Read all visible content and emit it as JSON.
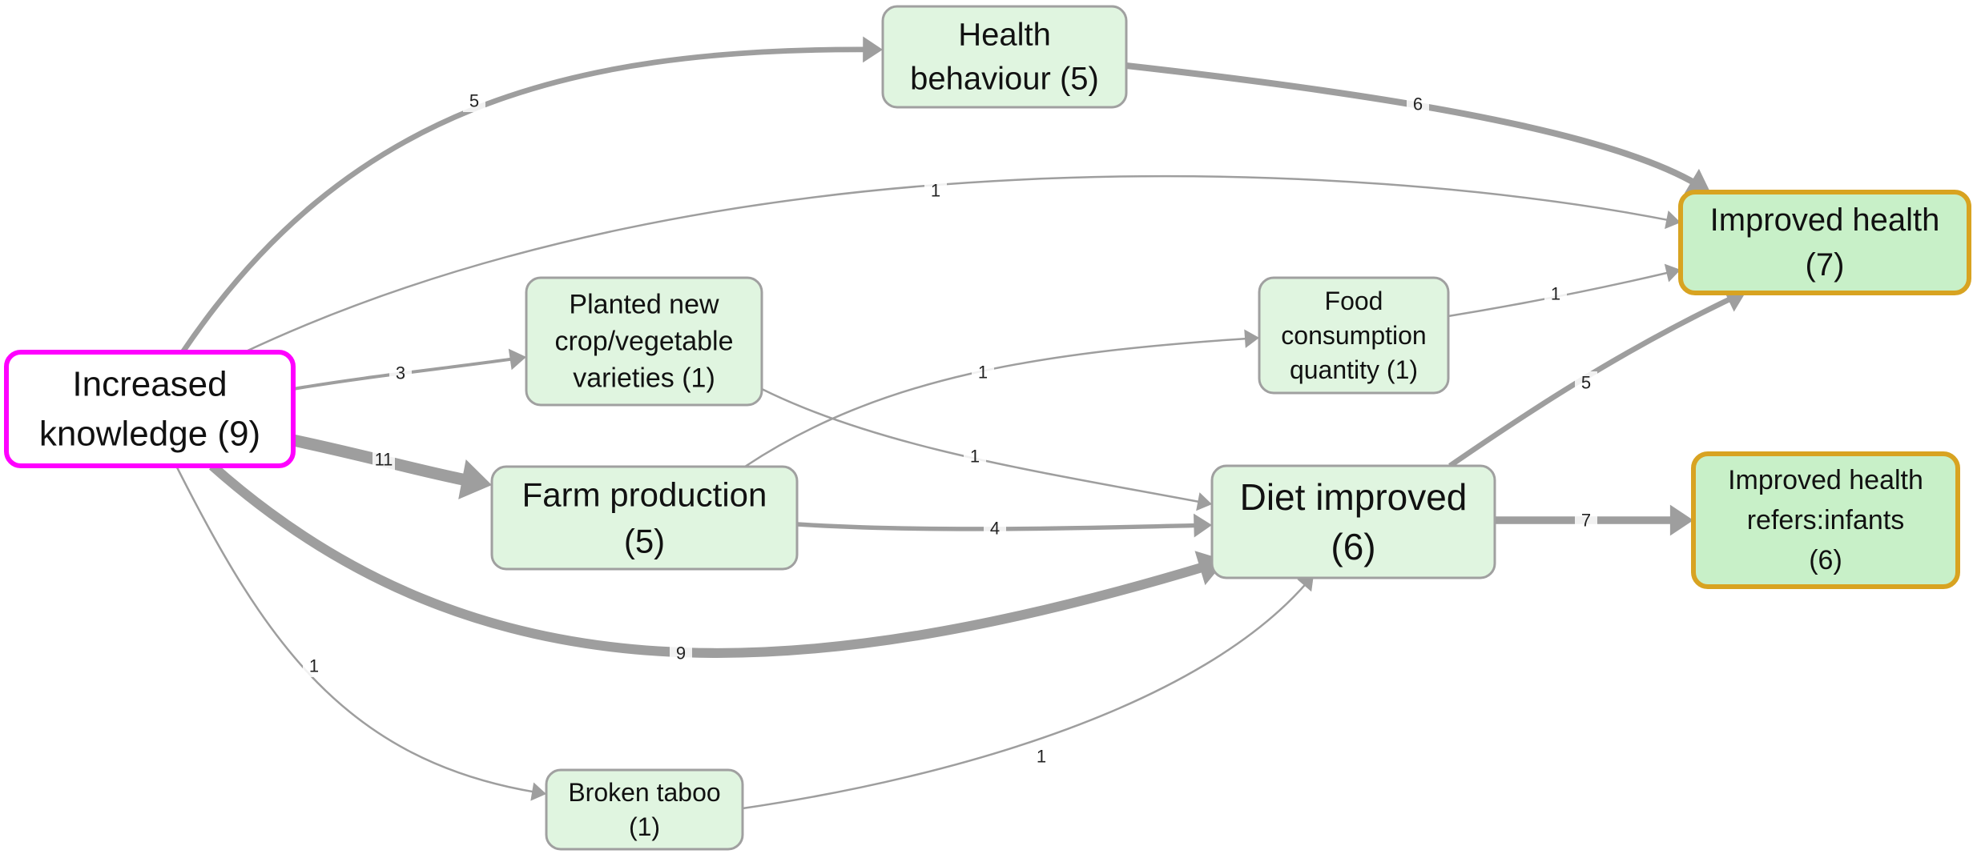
{
  "colors": {
    "node_fill": "#e0f5e0",
    "node_stroke": "#a0a0a0",
    "edge": "#9e9e9e",
    "source_stroke": "#ff00ff",
    "outcome_stroke": "#d8a321",
    "outcome_fill": "#c8f0c8"
  },
  "nodes": [
    {
      "id": "increased_knowledge",
      "lines": [
        "Increased",
        "knowledge (9)"
      ],
      "role": "source"
    },
    {
      "id": "health_behaviour",
      "lines": [
        "Health",
        "behaviour (5)"
      ],
      "role": "normal"
    },
    {
      "id": "planted_new",
      "lines": [
        "Planted new",
        "crop/vegetable",
        "varieties (1)"
      ],
      "role": "normal"
    },
    {
      "id": "farm_production",
      "lines": [
        "Farm production",
        "(5)"
      ],
      "role": "normal"
    },
    {
      "id": "food_consumption",
      "lines": [
        "Food",
        "consumption",
        "quantity (1)"
      ],
      "role": "normal"
    },
    {
      "id": "diet_improved",
      "lines": [
        "Diet improved",
        "(6)"
      ],
      "role": "normal"
    },
    {
      "id": "broken_taboo",
      "lines": [
        "Broken taboo",
        "(1)"
      ],
      "role": "normal"
    },
    {
      "id": "improved_health",
      "lines": [
        "Improved health",
        "(7)"
      ],
      "role": "outcome"
    },
    {
      "id": "improved_health_infants",
      "lines": [
        "Improved health",
        "refers:infants",
        "(6)"
      ],
      "role": "outcome"
    }
  ],
  "edges": [
    {
      "from": "increased_knowledge",
      "to": "health_behaviour",
      "label": "5",
      "weight": 5
    },
    {
      "from": "health_behaviour",
      "to": "improved_health",
      "label": "6",
      "weight": 6
    },
    {
      "from": "increased_knowledge",
      "to": "improved_health",
      "label": "1",
      "weight": 1
    },
    {
      "from": "increased_knowledge",
      "to": "planted_new",
      "label": "3",
      "weight": 3
    },
    {
      "from": "increased_knowledge",
      "to": "farm_production",
      "label": "11",
      "weight": 11
    },
    {
      "from": "increased_knowledge",
      "to": "diet_improved",
      "label": "9",
      "weight": 9
    },
    {
      "from": "increased_knowledge",
      "to": "broken_taboo",
      "label": "1",
      "weight": 1
    },
    {
      "from": "planted_new",
      "to": "diet_improved",
      "label": "1",
      "weight": 1
    },
    {
      "from": "farm_production",
      "to": "food_consumption",
      "label": "1",
      "weight": 1
    },
    {
      "from": "farm_production",
      "to": "diet_improved",
      "label": "4",
      "weight": 4
    },
    {
      "from": "food_consumption",
      "to": "improved_health",
      "label": "1",
      "weight": 1
    },
    {
      "from": "diet_improved",
      "to": "improved_health",
      "label": "5",
      "weight": 5
    },
    {
      "from": "diet_improved",
      "to": "improved_health_infants",
      "label": "7",
      "weight": 7
    },
    {
      "from": "broken_taboo",
      "to": "diet_improved",
      "label": "1",
      "weight": 1
    }
  ]
}
